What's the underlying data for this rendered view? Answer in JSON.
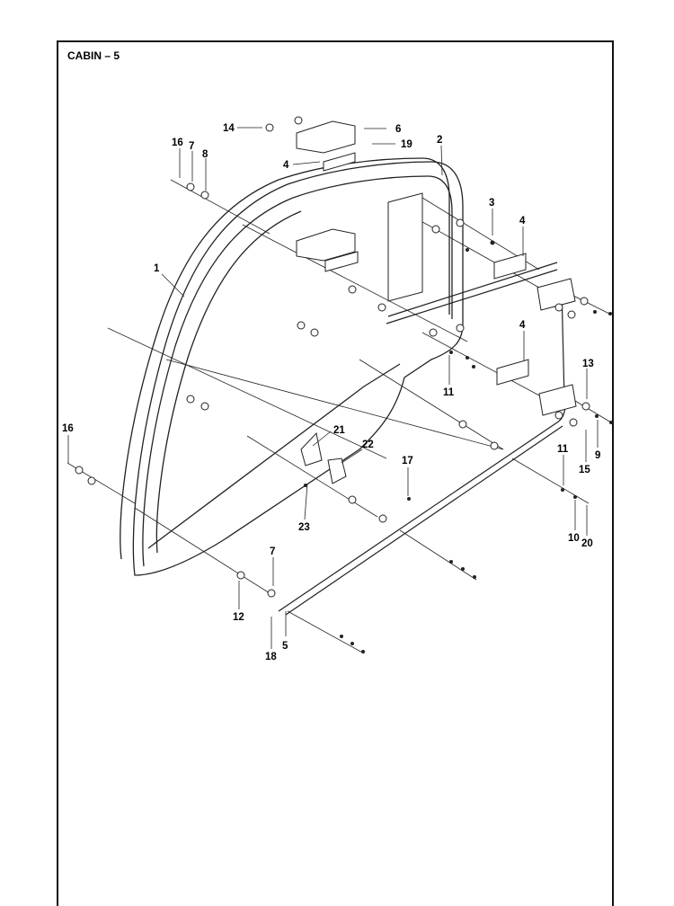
{
  "page_title": "CABIN – 5",
  "callouts": {
    "c1": "1",
    "c2": "2",
    "c3": "3",
    "c4a": "4",
    "c4b": "4",
    "c4c": "4",
    "c5": "5",
    "c6": "6",
    "c7a": "7",
    "c7b": "7",
    "c8": "8",
    "c9": "9",
    "c10": "10",
    "c11a": "11",
    "c11b": "11",
    "c12": "12",
    "c13": "13",
    "c14": "14",
    "c15": "15",
    "c16a": "16",
    "c16b": "16",
    "c17": "17",
    "c18": "18",
    "c19": "19",
    "c20": "20",
    "c21": "21",
    "c22": "22",
    "c23": "23"
  },
  "colors": {
    "line": "#222222",
    "frame": "#111111",
    "background": "#ffffff"
  }
}
